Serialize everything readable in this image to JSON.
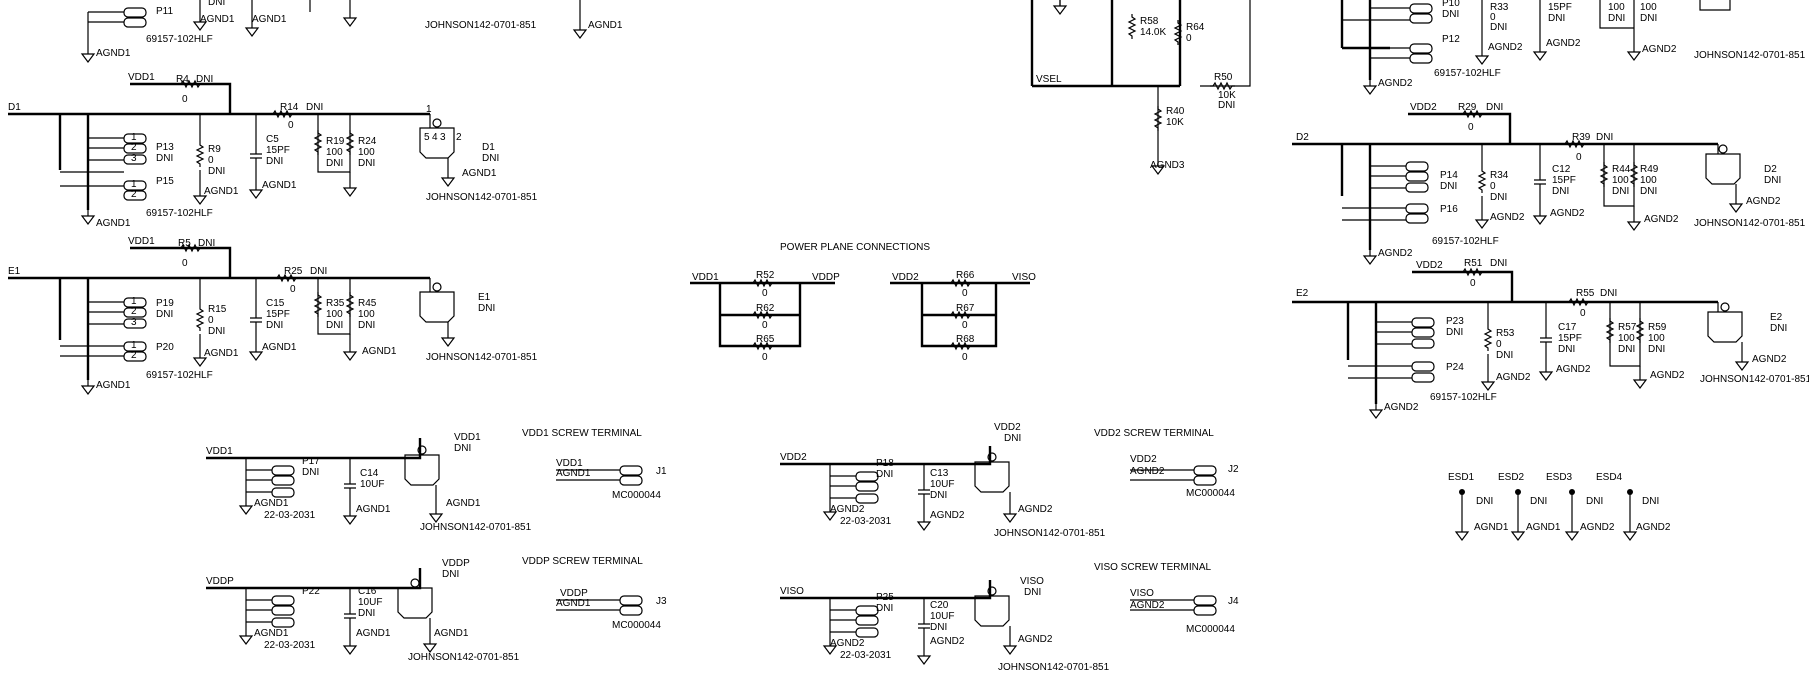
{
  "labels": {
    "t0": "DNI",
    "t1": "AGND1",
    "t2": "P11",
    "t3": "AGND1",
    "t4": "AGND1",
    "t5": "69157-102HLF",
    "t6": "JOHNSON142-0701-851",
    "t7": "AGND1",
    "t8": "VDD1",
    "t9": "R4",
    "t10": "DNI",
    "t11": "0",
    "t12": "D1",
    "t13": "R14",
    "t14": "DNI",
    "t15": "0",
    "t16": "C5",
    "t17": "15PF",
    "t18": "DNI",
    "t19": "R19",
    "t20": "100",
    "t21": "DNI",
    "t22": "R24",
    "t23": "100",
    "t24": "DNI",
    "t25": "D1",
    "t26": "DNI",
    "t27": "AGND1",
    "t28": "P13",
    "t29": "DNI",
    "t30": "R9",
    "t31": "0",
    "t32": "DNI",
    "t33": "AGND1",
    "t34": "AGND1",
    "t35": "P15",
    "t36": "AGND1",
    "t37": "JOHNSON142-0701-851",
    "t38": "69157-102HLF",
    "t39": "VDD1",
    "t40": "R5",
    "t41": "DNI",
    "t42": "0",
    "t43": "E1",
    "t44": "R25",
    "t45": "DNI",
    "t46": "0",
    "t47": "C15",
    "t48": "15PF",
    "t49": "DNI",
    "t50": "R35",
    "t51": "100",
    "t52": "DNI",
    "t53": "R45",
    "t54": "100",
    "t55": "DNI",
    "t56": "E1",
    "t57": "DNI",
    "t58": "P19",
    "t59": "DNI",
    "t60": "R15",
    "t61": "0",
    "t62": "DNI",
    "t63": "AGND1",
    "t64": "AGND1",
    "t65": "AGND1",
    "t66": "P20",
    "t67": "AGND1",
    "t68": "JOHNSON142-0701-851",
    "t69": "69157-102HLF",
    "t70": "R58",
    "t71": "14.0K",
    "t72": "R64",
    "t73": "0",
    "t74": "VSEL",
    "t75": "R50",
    "t76": "10K",
    "t77": "DNI",
    "t78": "R40",
    "t79": "10K",
    "t80": "AGND3",
    "t81": "POWER PLANE CONNECTIONS",
    "t82": "VDD1",
    "t83": "R52",
    "t84": "VDDP",
    "t85": "0",
    "t86": "R62",
    "t87": "0",
    "t88": "R65",
    "t89": "0",
    "t90": "VDD2",
    "t91": "R66",
    "t92": "VISO",
    "t93": "0",
    "t94": "R67",
    "t95": "0",
    "t96": "R68",
    "t97": "0",
    "t98": "VDD1 SCREW TERMINAL",
    "t99": "VDD1",
    "t100": "VDD1",
    "t101": "DNI",
    "t102": "P17",
    "t103": "DNI",
    "t104": "C14",
    "t105": "10UF",
    "t106": "VDD1",
    "t107": "AGND1",
    "t108": "J1",
    "t109": "AGND1",
    "t110": "AGND1",
    "t111": "AGND1",
    "t112": "MC000044",
    "t113": "22-03-2031",
    "t114": "JOHNSON142-0701-851",
    "t115": "VDDP SCREW TERMINAL",
    "t116": "VDDP",
    "t117": "VDDP",
    "t118": "DNI",
    "t119": "P22",
    "t120": "C16",
    "t121": "10UF",
    "t122": "DNI",
    "t123": "VDDP",
    "t124": "J3",
    "t125": "AGND1",
    "t126": "AGND1",
    "t127": "AGND1",
    "t128": "AGND1",
    "t129": "MC000044",
    "t130": "22-03-2031",
    "t131": "JOHNSON142-0701-851",
    "t132": "VDD2",
    "t133": "DNI",
    "t134": "VDD2 SCREW TERMINAL",
    "t135": "VDD2",
    "t136": "P18",
    "t137": "DNI",
    "t138": "C13",
    "t139": "10UF",
    "t140": "DNI",
    "t141": "VDD2",
    "t142": "J2",
    "t143": "AGND2",
    "t144": "AGND2",
    "t145": "AGND2",
    "t146": "AGND2",
    "t147": "MC000044",
    "t148": "22-03-2031",
    "t149": "JOHNSON142-0701-851",
    "t150": "VISO SCREW TERMINAL",
    "t151": "VISO",
    "t152": "DNI",
    "t153": "VISO",
    "t154": "P25",
    "t155": "DNI",
    "t156": "C20",
    "t157": "10UF",
    "t158": "DNI",
    "t159": "VISO",
    "t160": "J4",
    "t161": "AGND2",
    "t162": "AGND2",
    "t163": "AGND2",
    "t164": "AGND2",
    "t165": "MC000044",
    "t166": "22-03-2031",
    "t167": "JOHNSON142-0701-851",
    "t168": "P10",
    "t169": "DNI",
    "t170": "R33",
    "t171": "0",
    "t172": "DNI",
    "t173": "15PF",
    "t174": "DNI",
    "t175": "100",
    "t176": "DNI",
    "t177": "100",
    "t178": "DNI",
    "t179": "JOHNSON142-0701-851",
    "t180": "P12",
    "t181": "AGND2",
    "t182": "AGND2",
    "t183": "AGND2",
    "t184": "AGND2",
    "t185": "69157-102HLF",
    "t186": "VDD2",
    "t187": "R29",
    "t188": "DNI",
    "t189": "0",
    "t190": "D2",
    "t191": "R39",
    "t192": "DNI",
    "t193": "0",
    "t194": "P14",
    "t195": "DNI",
    "t196": "R34",
    "t197": "0",
    "t198": "DNI",
    "t199": "C12",
    "t200": "15PF",
    "t201": "DNI",
    "t202": "R44",
    "t203": "100",
    "t204": "DNI",
    "t205": "R49",
    "t206": "100",
    "t207": "DNI",
    "t208": "D2",
    "t209": "DNI",
    "t210": "AGND2",
    "t211": "P16",
    "t212": "AGND2",
    "t213": "AGND2",
    "t214": "AGND2",
    "t215": "AGND2",
    "t216": "69157-102HLF",
    "t217": "JOHNSON142-0701-851",
    "t218": "VDD2",
    "t219": "R51",
    "t220": "DNI",
    "t221": "0",
    "t222": "E2",
    "t223": "R55",
    "t224": "DNI",
    "t225": "0",
    "t226": "P23",
    "t227": "DNI",
    "t228": "R53",
    "t229": "0",
    "t230": "DNI",
    "t231": "C17",
    "t232": "15PF",
    "t233": "DNI",
    "t234": "R57",
    "t235": "100",
    "t236": "DNI",
    "t237": "R59",
    "t238": "100",
    "t239": "DNI",
    "t240": "E2",
    "t241": "DNI",
    "t242": "AGND2",
    "t243": "P24",
    "t244": "AGND2",
    "t245": "AGND2",
    "t246": "AGND2",
    "t247": "AGND2",
    "t248": "69157-102HLF",
    "t249": "JOHNSON142-0701-851",
    "t250": "ESD1",
    "t251": "ESD2",
    "t252": "ESD3",
    "t253": "ESD4",
    "t254": "DNI",
    "t255": "DNI",
    "t256": "DNI",
    "t257": "DNI",
    "t258": "AGND1",
    "t259": "AGND1",
    "t260": "AGND2",
    "t261": "AGND2"
  },
  "pin_numbers": [
    "1",
    "2",
    "3",
    "4",
    "5"
  ]
}
